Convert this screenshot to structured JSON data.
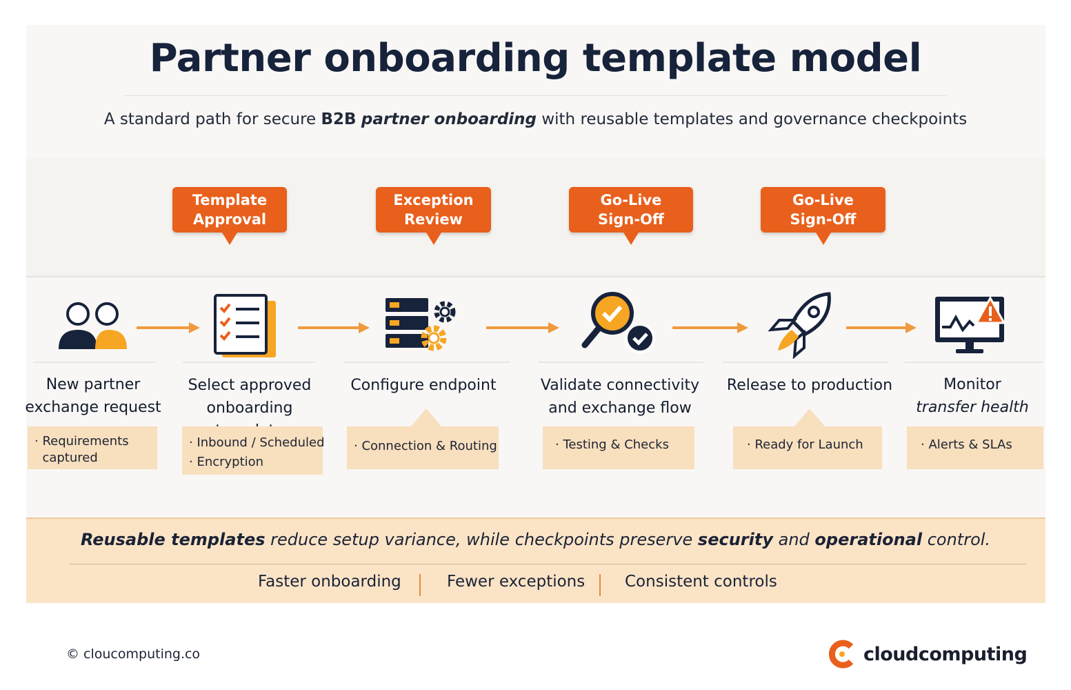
{
  "title": "Partner onboarding template model",
  "subtitle": {
    "part1": "A standard path for secure ",
    "bold": "B2B",
    "italic_bold": "partner onboarding",
    "part2": " with reusable templates and governance checkpoints"
  },
  "checkpoints": [
    {
      "label": "Template\nApproval"
    },
    {
      "label": "Exception\nReview"
    },
    {
      "label": "Go-Live\nSign-Off"
    },
    {
      "label": "Go-Live\nSign-Off"
    }
  ],
  "steps": [
    {
      "icon": "users-icon",
      "title": "New partner\nexchange request",
      "bullets": [
        "· Requirements",
        "  captured"
      ]
    },
    {
      "icon": "checklist-icon",
      "title": "Select approved\nonboarding template",
      "bullets": [
        "· Inbound / Scheduled",
        "· Encryption"
      ]
    },
    {
      "icon": "server-gear-icon",
      "title": "Configure endpoint",
      "bullets": [
        "· Connection & Routing"
      ]
    },
    {
      "icon": "magnifier-check-icon",
      "title": "Validate connectivity\nand exchange flow",
      "bullets": [
        "· Testing & Checks"
      ]
    },
    {
      "icon": "rocket-icon",
      "title": "Release to production",
      "bullets": [
        "· Ready for Launch"
      ]
    },
    {
      "icon": "monitor-alert-icon",
      "title_line1": "Monitor",
      "title_line2": "transfer health",
      "bullets": [
        "· Alerts & SLAs"
      ]
    }
  ],
  "summary": {
    "bold1": "Reusable templates",
    "text1": " reduce setup variance, while checkpoints preserve ",
    "bold2": "security",
    "text2": " and ",
    "bold3": "operational",
    "text3": " control."
  },
  "benefits": [
    "Faster onboarding",
    "Fewer exceptions",
    "Consistent controls"
  ],
  "footer": {
    "copyright": "© cloucomputing.co",
    "brand": "cloudcomputing"
  },
  "colors": {
    "accent": "#e8601c",
    "navy": "#17223b",
    "highlight": "#f8dfbe",
    "yellow": "#f6a623"
  }
}
